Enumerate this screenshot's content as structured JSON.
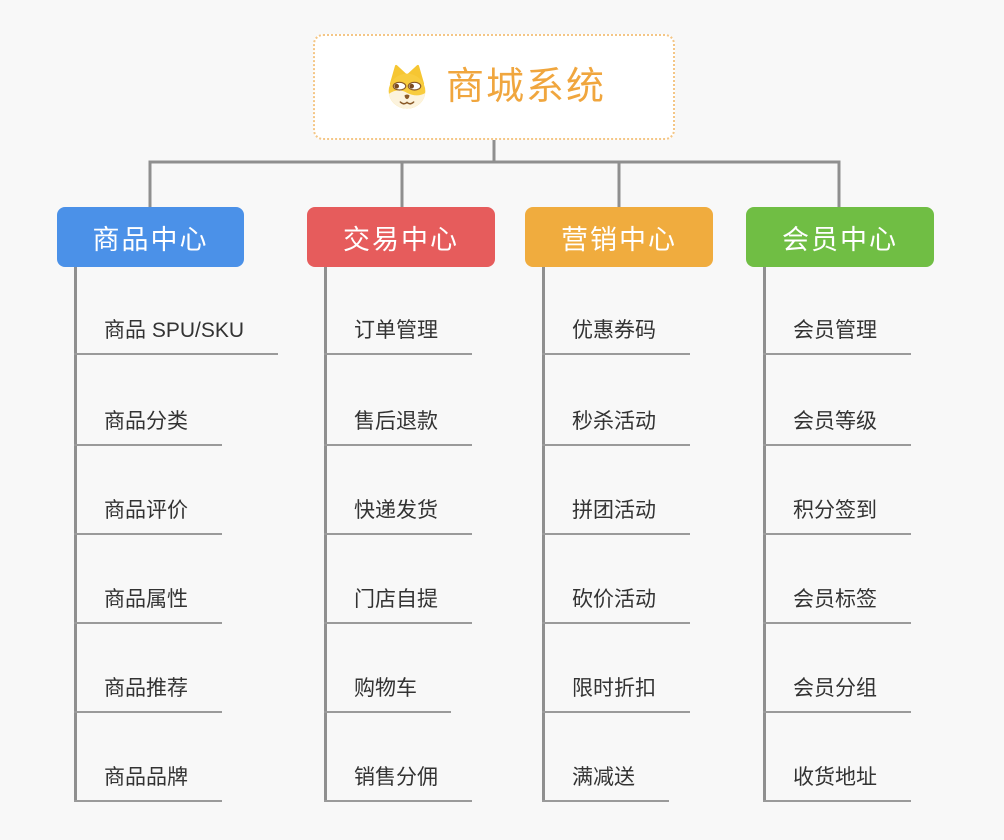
{
  "canvas": {
    "background_color": "#F8F8F8"
  },
  "connectors": {
    "color": "#8F8F8F",
    "underline_color": "#9A9A9A"
  },
  "root": {
    "title": "商城系统",
    "icon": "dog-face-icon",
    "title_color": "#F0A63E",
    "border_color": "#F4C686"
  },
  "branches": [
    {
      "label": "商品中心",
      "color": "#4B91E8",
      "items": [
        "商品 SPU/SKU",
        "商品分类",
        "商品评价",
        "商品属性",
        "商品推荐",
        "商品品牌"
      ]
    },
    {
      "label": "交易中心",
      "color": "#E65C5C",
      "items": [
        "订单管理",
        "售后退款",
        "快递发货",
        "门店自提",
        "购物车",
        "销售分佣"
      ]
    },
    {
      "label": "营销中心",
      "color": "#F0AC3E",
      "items": [
        "优惠券码",
        "秒杀活动",
        "拼团活动",
        "砍价活动",
        "限时折扣",
        "满减送"
      ]
    },
    {
      "label": "会员中心",
      "color": "#70BE44",
      "items": [
        "会员管理",
        "会员等级",
        "积分签到",
        "会员标签",
        "会员分组",
        "收货地址"
      ]
    }
  ]
}
